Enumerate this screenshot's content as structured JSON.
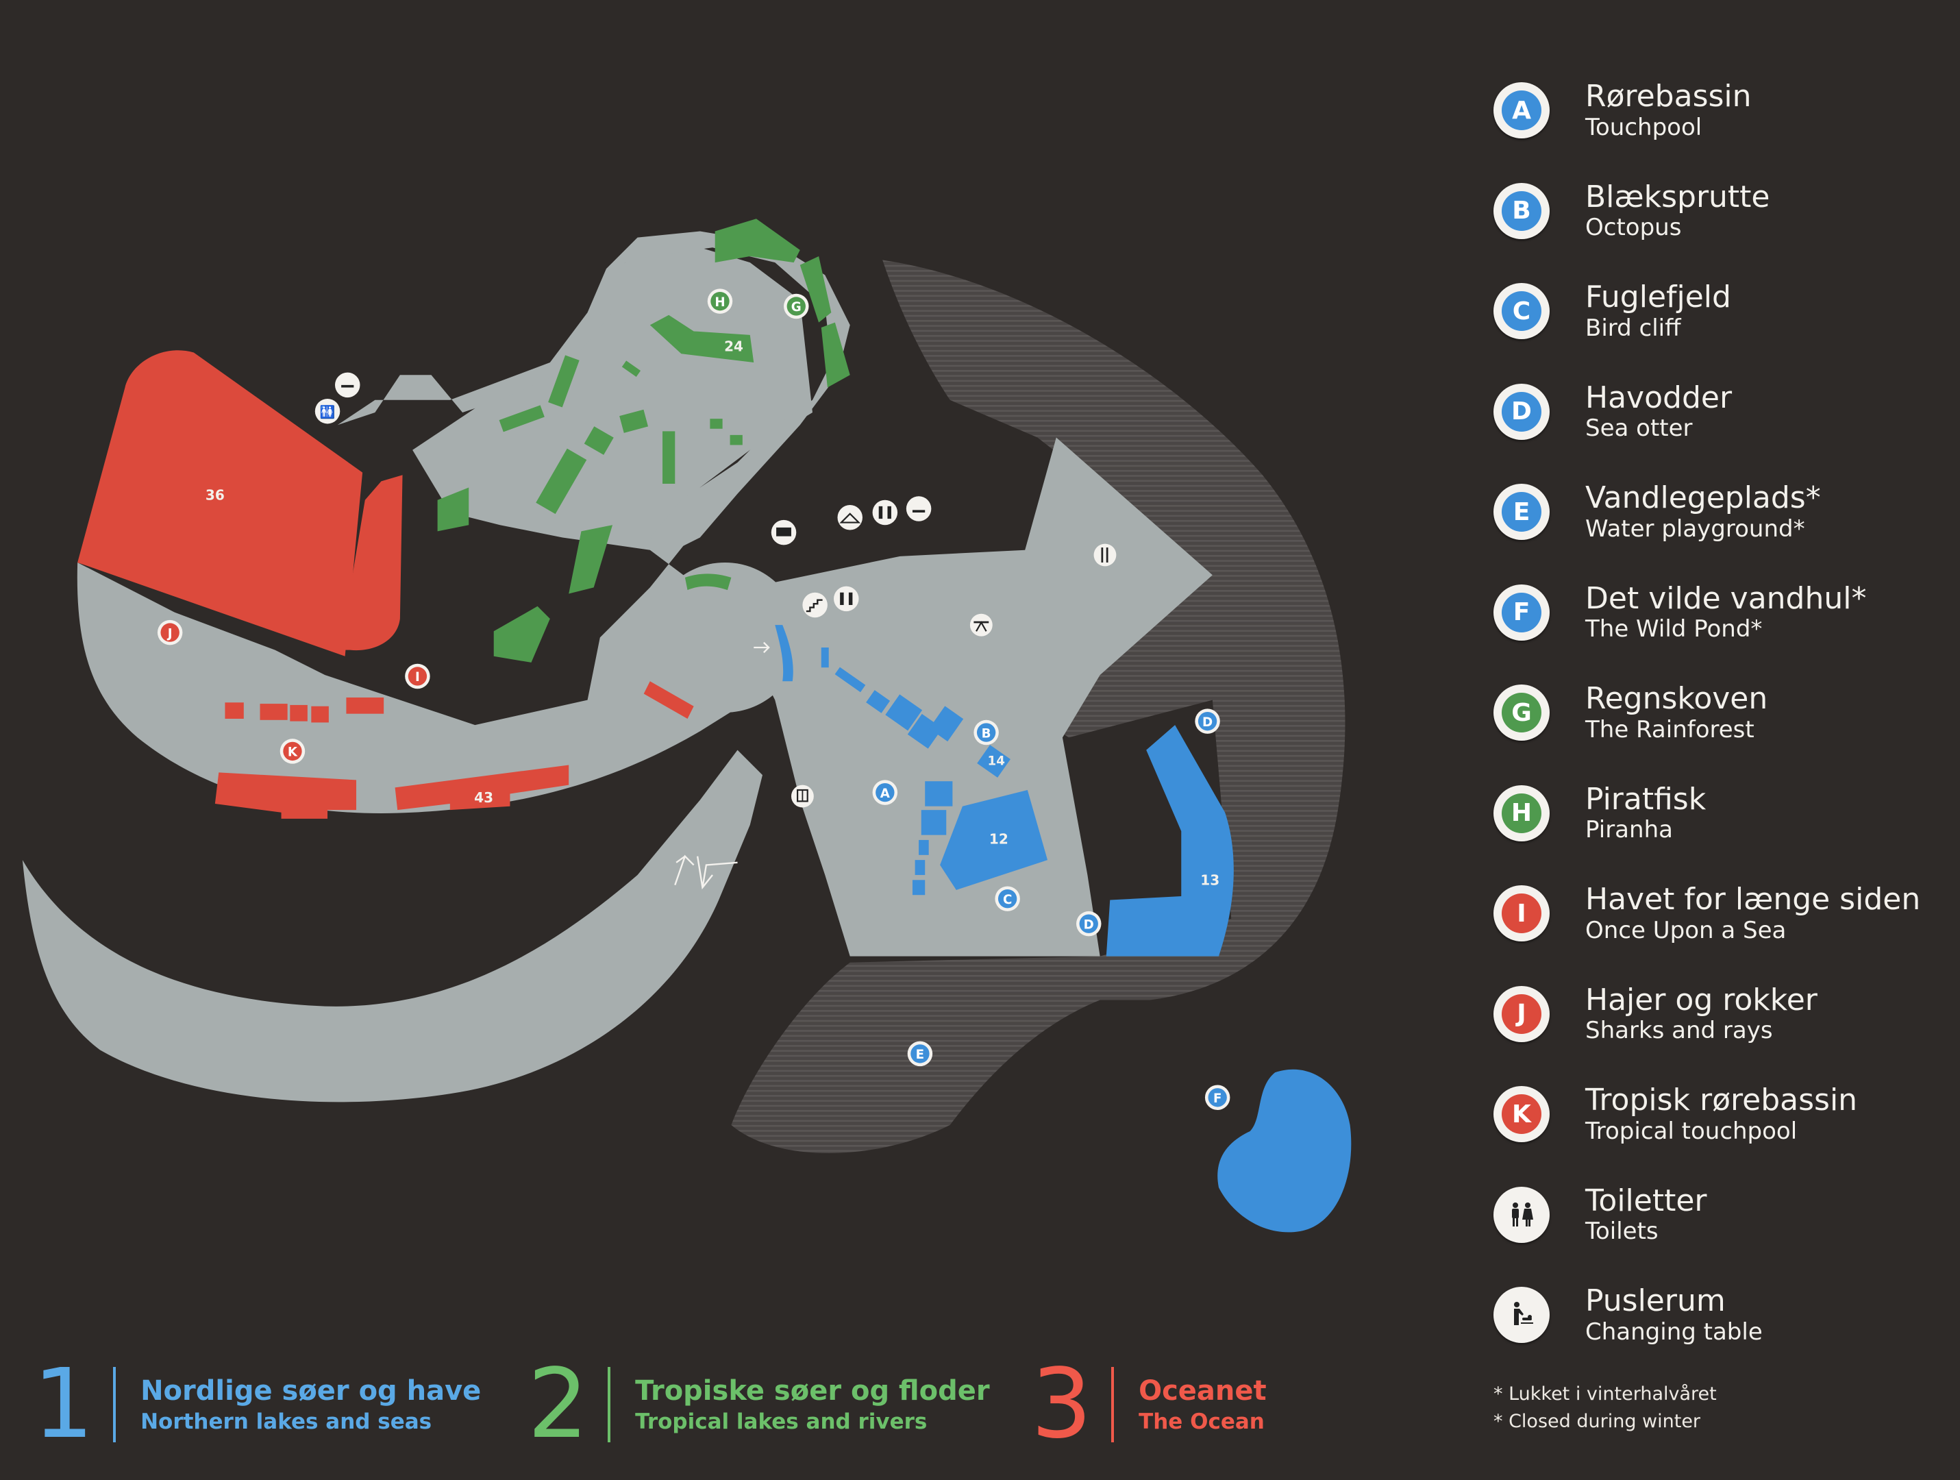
{
  "colors": {
    "background": "#2e2a28",
    "path_grey": "#a7aeae",
    "outdoor_hatched": "#4b4746",
    "zone1_blue": "#3d8fd9",
    "zone2_green": "#4f9a4e",
    "zone3_red": "#dc4a3c",
    "legend_text": "#f3f1ec"
  },
  "map": {
    "tank_labels": [
      {
        "id": "36",
        "text": "36"
      },
      {
        "id": "43",
        "text": "43"
      },
      {
        "id": "24",
        "text": "24"
      },
      {
        "id": "14",
        "text": "14"
      },
      {
        "id": "12",
        "text": "12"
      },
      {
        "id": "13",
        "text": "13"
      }
    ],
    "markers": [
      {
        "letter": "A",
        "zone": 1
      },
      {
        "letter": "B",
        "zone": 1
      },
      {
        "letter": "C",
        "zone": 1
      },
      {
        "letter": "D",
        "zone": 1
      },
      {
        "letter": "D",
        "zone": 1
      },
      {
        "letter": "E",
        "zone": 1
      },
      {
        "letter": "F",
        "zone": 1
      },
      {
        "letter": "G",
        "zone": 2
      },
      {
        "letter": "H",
        "zone": 2
      },
      {
        "letter": "I",
        "zone": 3
      },
      {
        "letter": "J",
        "zone": 3
      },
      {
        "letter": "K",
        "zone": 3
      }
    ],
    "facility_icons": [
      "toilets-icon",
      "changing-table-icon",
      "coffee-shop-icon",
      "cloakroom-icon",
      "toilets-icon",
      "changing-table-icon",
      "stairs-icon",
      "toilets-icon",
      "restaurant-icon",
      "picnic-table-icon",
      "gift-shop-icon",
      "entrance-arrow-icon",
      "exit-arrows-icon"
    ]
  },
  "legend": {
    "items": [
      {
        "letter": "A",
        "title": "Rørebassin",
        "subtitle": "Touchpool",
        "color": "#3d8fd9"
      },
      {
        "letter": "B",
        "title": "Blæksprutte",
        "subtitle": "Octopus",
        "color": "#3d8fd9"
      },
      {
        "letter": "C",
        "title": "Fuglefjeld",
        "subtitle": "Bird cliff",
        "color": "#3d8fd9"
      },
      {
        "letter": "D",
        "title": "Havodder",
        "subtitle": "Sea otter",
        "color": "#3d8fd9"
      },
      {
        "letter": "E",
        "title": "Vandlegeplads*",
        "subtitle": "Water playground*",
        "color": "#3d8fd9"
      },
      {
        "letter": "F",
        "title": "Det vilde vandhul*",
        "subtitle": "The Wild Pond*",
        "color": "#3d8fd9"
      },
      {
        "letter": "G",
        "title": "Regnskoven",
        "subtitle": "The Rainforest",
        "color": "#4f9a4e"
      },
      {
        "letter": "H",
        "title": "Piratfisk",
        "subtitle": "Piranha",
        "color": "#4f9a4e"
      },
      {
        "letter": "I",
        "title": "Havet for længe siden",
        "subtitle": "Once Upon a Sea",
        "color": "#dc4a3c"
      },
      {
        "letter": "J",
        "title": "Hajer og rokker",
        "subtitle": "Sharks and rays",
        "color": "#dc4a3c"
      },
      {
        "letter": "K",
        "title": "Tropisk rørebassin",
        "subtitle": "Tropical touchpool",
        "color": "#dc4a3c"
      },
      {
        "icon": "toilets-icon",
        "title": "Toiletter",
        "subtitle": "Toilets"
      },
      {
        "icon": "changing-table-icon",
        "title": "Puslerum",
        "subtitle": "Changing table"
      }
    ],
    "footnotes": [
      "* Lukket i vinterhalvåret",
      "* Closed during winter"
    ]
  },
  "zones": [
    {
      "number": "1",
      "title": "Nordlige søer og have",
      "subtitle": "Northern lakes and seas",
      "color": "#5aa9e6"
    },
    {
      "number": "2",
      "title": "Tropiske søer og floder",
      "subtitle": "Tropical lakes and rivers",
      "color": "#6cc06a"
    },
    {
      "number": "3",
      "title": "Oceanet",
      "subtitle": "The Ocean",
      "color": "#f0594a"
    }
  ]
}
